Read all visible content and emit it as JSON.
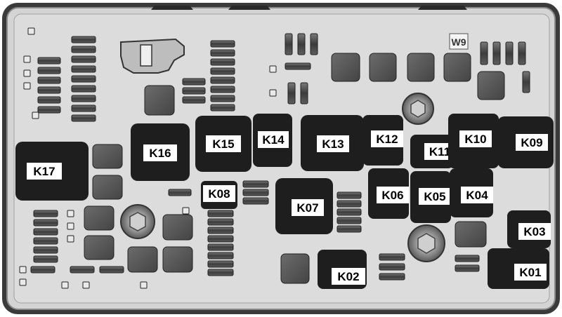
{
  "diagram": {
    "corner_mark": "W9",
    "relays": [
      {
        "id": "k01",
        "label": "K01"
      },
      {
        "id": "k02",
        "label": "K02"
      },
      {
        "id": "k03",
        "label": "K03"
      },
      {
        "id": "k04",
        "label": "K04"
      },
      {
        "id": "k05",
        "label": "K05"
      },
      {
        "id": "k06",
        "label": "K06"
      },
      {
        "id": "k07",
        "label": "K07"
      },
      {
        "id": "k08",
        "label": "K08"
      },
      {
        "id": "k09",
        "label": "K09"
      },
      {
        "id": "k10",
        "label": "K10"
      },
      {
        "id": "k11",
        "label": "K11"
      },
      {
        "id": "k12",
        "label": "K12"
      },
      {
        "id": "k13",
        "label": "K13"
      },
      {
        "id": "k14",
        "label": "K14"
      },
      {
        "id": "k15",
        "label": "K15"
      },
      {
        "id": "k16",
        "label": "K16"
      },
      {
        "id": "k17",
        "label": "K17"
      }
    ]
  },
  "colors": {
    "housing": "#d9d9d9",
    "relay": "#1e1e1e",
    "label_bg": "#ffffff",
    "fuse": "#4a4a4a",
    "block": "#5a5a5a"
  }
}
